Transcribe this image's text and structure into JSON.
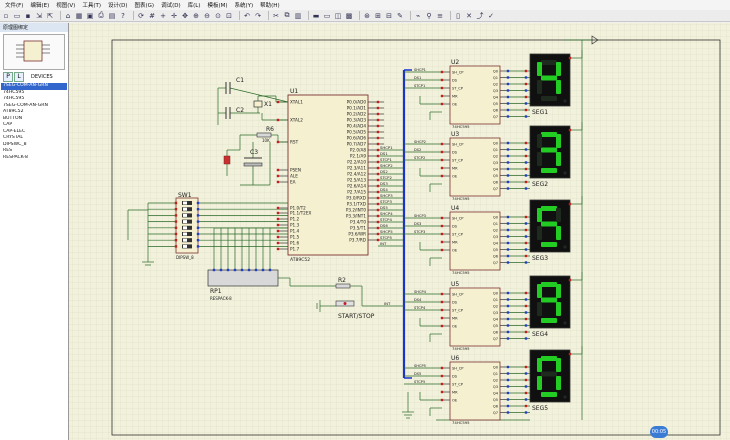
{
  "menu": [
    "文件(F)",
    "编辑(E)",
    "视图(V)",
    "工具(T)",
    "设计(D)",
    "图表(G)",
    "调试(D)",
    "库(L)",
    "模板(M)",
    "系统(Y)",
    "帮助(H)"
  ],
  "panel": {
    "title": "原理图绑定",
    "tab_p": "P",
    "tab_l": "L",
    "devices_label": "DEVICES",
    "devices": [
      "7SEG-COM-AN-GRN",
      "74HC595",
      "74HC595",
      "7SEG-COM-AN-GRN",
      "AT89C52",
      "BUTTON",
      "CAP",
      "CAP-ELEC",
      "CRYSTAL",
      "DIPSWC_8",
      "RES",
      "RESPACK-8"
    ]
  },
  "schematic": {
    "u1": {
      "ref": "U1",
      "part": "AT89C52",
      "left_pins": [
        "XTAL1",
        "XTAL2",
        "RST",
        "PSEN",
        "ALE",
        "EA",
        "P1.0/T2",
        "P1.1/T2EX",
        "P1.2",
        "P1.3",
        "P1.4",
        "P1.5",
        "P1.6",
        "P1.7"
      ],
      "right_pins": [
        "P0.0/AD0",
        "P0.1/AD1",
        "P0.2/AD2",
        "P0.3/AD3",
        "P0.4/AD4",
        "P0.5/AD5",
        "P0.6/AD6",
        "P0.7/AD7",
        "P2.0/A8",
        "P2.1/A9",
        "P2.2/A10",
        "P2.3/A11",
        "P2.4/A12",
        "P2.5/A13",
        "P2.6/A14",
        "P2.7/A15",
        "P3.0/RXD",
        "P3.1/TXD",
        "P3.2/INT0",
        "P3.3/INT1",
        "P3.4/T0",
        "P3.5/T1",
        "P3.6/WR",
        "P3.7/RD"
      ],
      "right_nets": [
        "SHCP1",
        "DS1",
        "STCP1",
        "SHCP2",
        "DS2",
        "STCP2",
        "DS3",
        "DS4",
        "SHCP3",
        "STCP3",
        "DS5",
        "SHCP4",
        "STCP4",
        "DS6",
        "SHCP5",
        "STCP5",
        "INT"
      ]
    },
    "c1": {
      "ref": "C1"
    },
    "c2": {
      "ref": "C2"
    },
    "c3": {
      "ref": "C3"
    },
    "x1": {
      "ref": "X1"
    },
    "r6": {
      "ref": "R6",
      "value": "10K"
    },
    "sw1": {
      "ref": "SW1",
      "part": "DIPSW_8"
    },
    "rp1": {
      "ref": "RP1",
      "part": "RESPACK-8"
    },
    "r2": {
      "ref": "R2"
    },
    "button_label": "START/STOP",
    "shift_registers": [
      {
        "ref": "U2",
        "part": "74HC595",
        "nets": [
          "SHCP1",
          "DS1",
          "STCP1"
        ]
      },
      {
        "ref": "U3",
        "part": "74HC595",
        "nets": [
          "SHCP2",
          "DS2",
          "STCP2"
        ]
      },
      {
        "ref": "U4",
        "part": "74HC595",
        "nets": [
          "SHCP3",
          "DS3",
          "STCP3"
        ]
      },
      {
        "ref": "U5",
        "part": "74HC595",
        "nets": [
          "SHCP4",
          "DS4",
          "STCP4"
        ]
      },
      {
        "ref": "U6",
        "part": "74HC595",
        "nets": [
          "SHCP5",
          "DS5",
          "STCP5"
        ]
      }
    ],
    "sr_pins_left": [
      "SH_CP",
      "DS",
      "ST_CP",
      "MR",
      "OE"
    ],
    "sr_pins_right": [
      "Q0",
      "Q1",
      "Q2",
      "Q3",
      "Q4",
      "Q5",
      "Q6",
      "Q7"
    ],
    "displays": [
      {
        "label": "SEG1",
        "digit": "4"
      },
      {
        "label": "SEG2",
        "digit": "3"
      },
      {
        "label": "SEG3",
        "digit": "5"
      },
      {
        "label": "SEG4",
        "digit": "9"
      },
      {
        "label": "SEG5",
        "digit": "0"
      }
    ],
    "seg_color": "#22cc22"
  },
  "status_badge": "00:05"
}
